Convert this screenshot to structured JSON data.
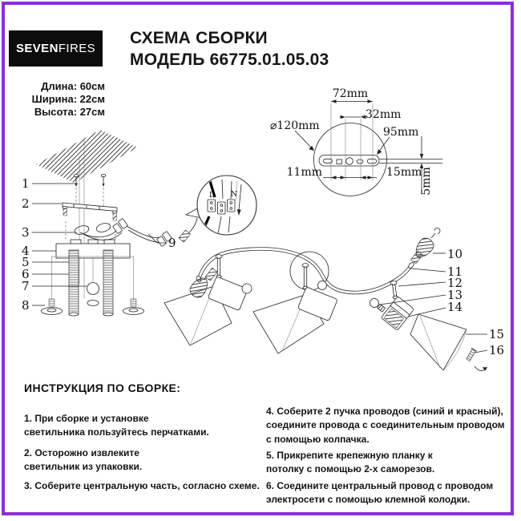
{
  "page": {
    "border_color": "#8a2fd6"
  },
  "header": {
    "logo_bold": "SEVEN",
    "logo_light": "FIRES",
    "title_line1": "СХЕМА СБОРКИ",
    "title_line2": "МОДЕЛЬ 66775.01.05.03"
  },
  "specs": {
    "length": "Длина: 60см",
    "width": "Ширина: 22см",
    "height": "Высота: 27см"
  },
  "mount_detail": {
    "diameter": "⌀120mm",
    "top_width": "72mm",
    "inner_width": "32mm",
    "plate_length": "95mm",
    "left_offset": "11mm",
    "right_offset": "15mm",
    "thickness": "5mm"
  },
  "wiring_detail": {
    "live_label": "L",
    "neutral_label": "N"
  },
  "parts": [
    "1",
    "2",
    "3",
    "4",
    "5",
    "6",
    "7",
    "8",
    "9",
    "10",
    "11",
    "12",
    "13",
    "14",
    "15",
    "16"
  ],
  "instructions": {
    "heading": "ИНСТРУКЦИЯ ПО СБОРКЕ:",
    "steps_left": [
      "1. При сборке и установке\nсветильника пользуйтесь перчатками.",
      "2. Осторожно извлеките\nсветильник из упаковки.",
      "3. Соберите центральную часть, согласно схеме."
    ],
    "steps_right": [
      "4. Соберите 2 пучка проводов (синий и красный),\nсоедините провода с соединительным проводом\nс помощью колпачка.",
      "5. Прикрепите крепежную планку к\nпотолку с помощью 2-х саморезов.",
      "6. Соедините центральный провод с проводом\nэлектросети с помощью клемной колодки."
    ]
  }
}
